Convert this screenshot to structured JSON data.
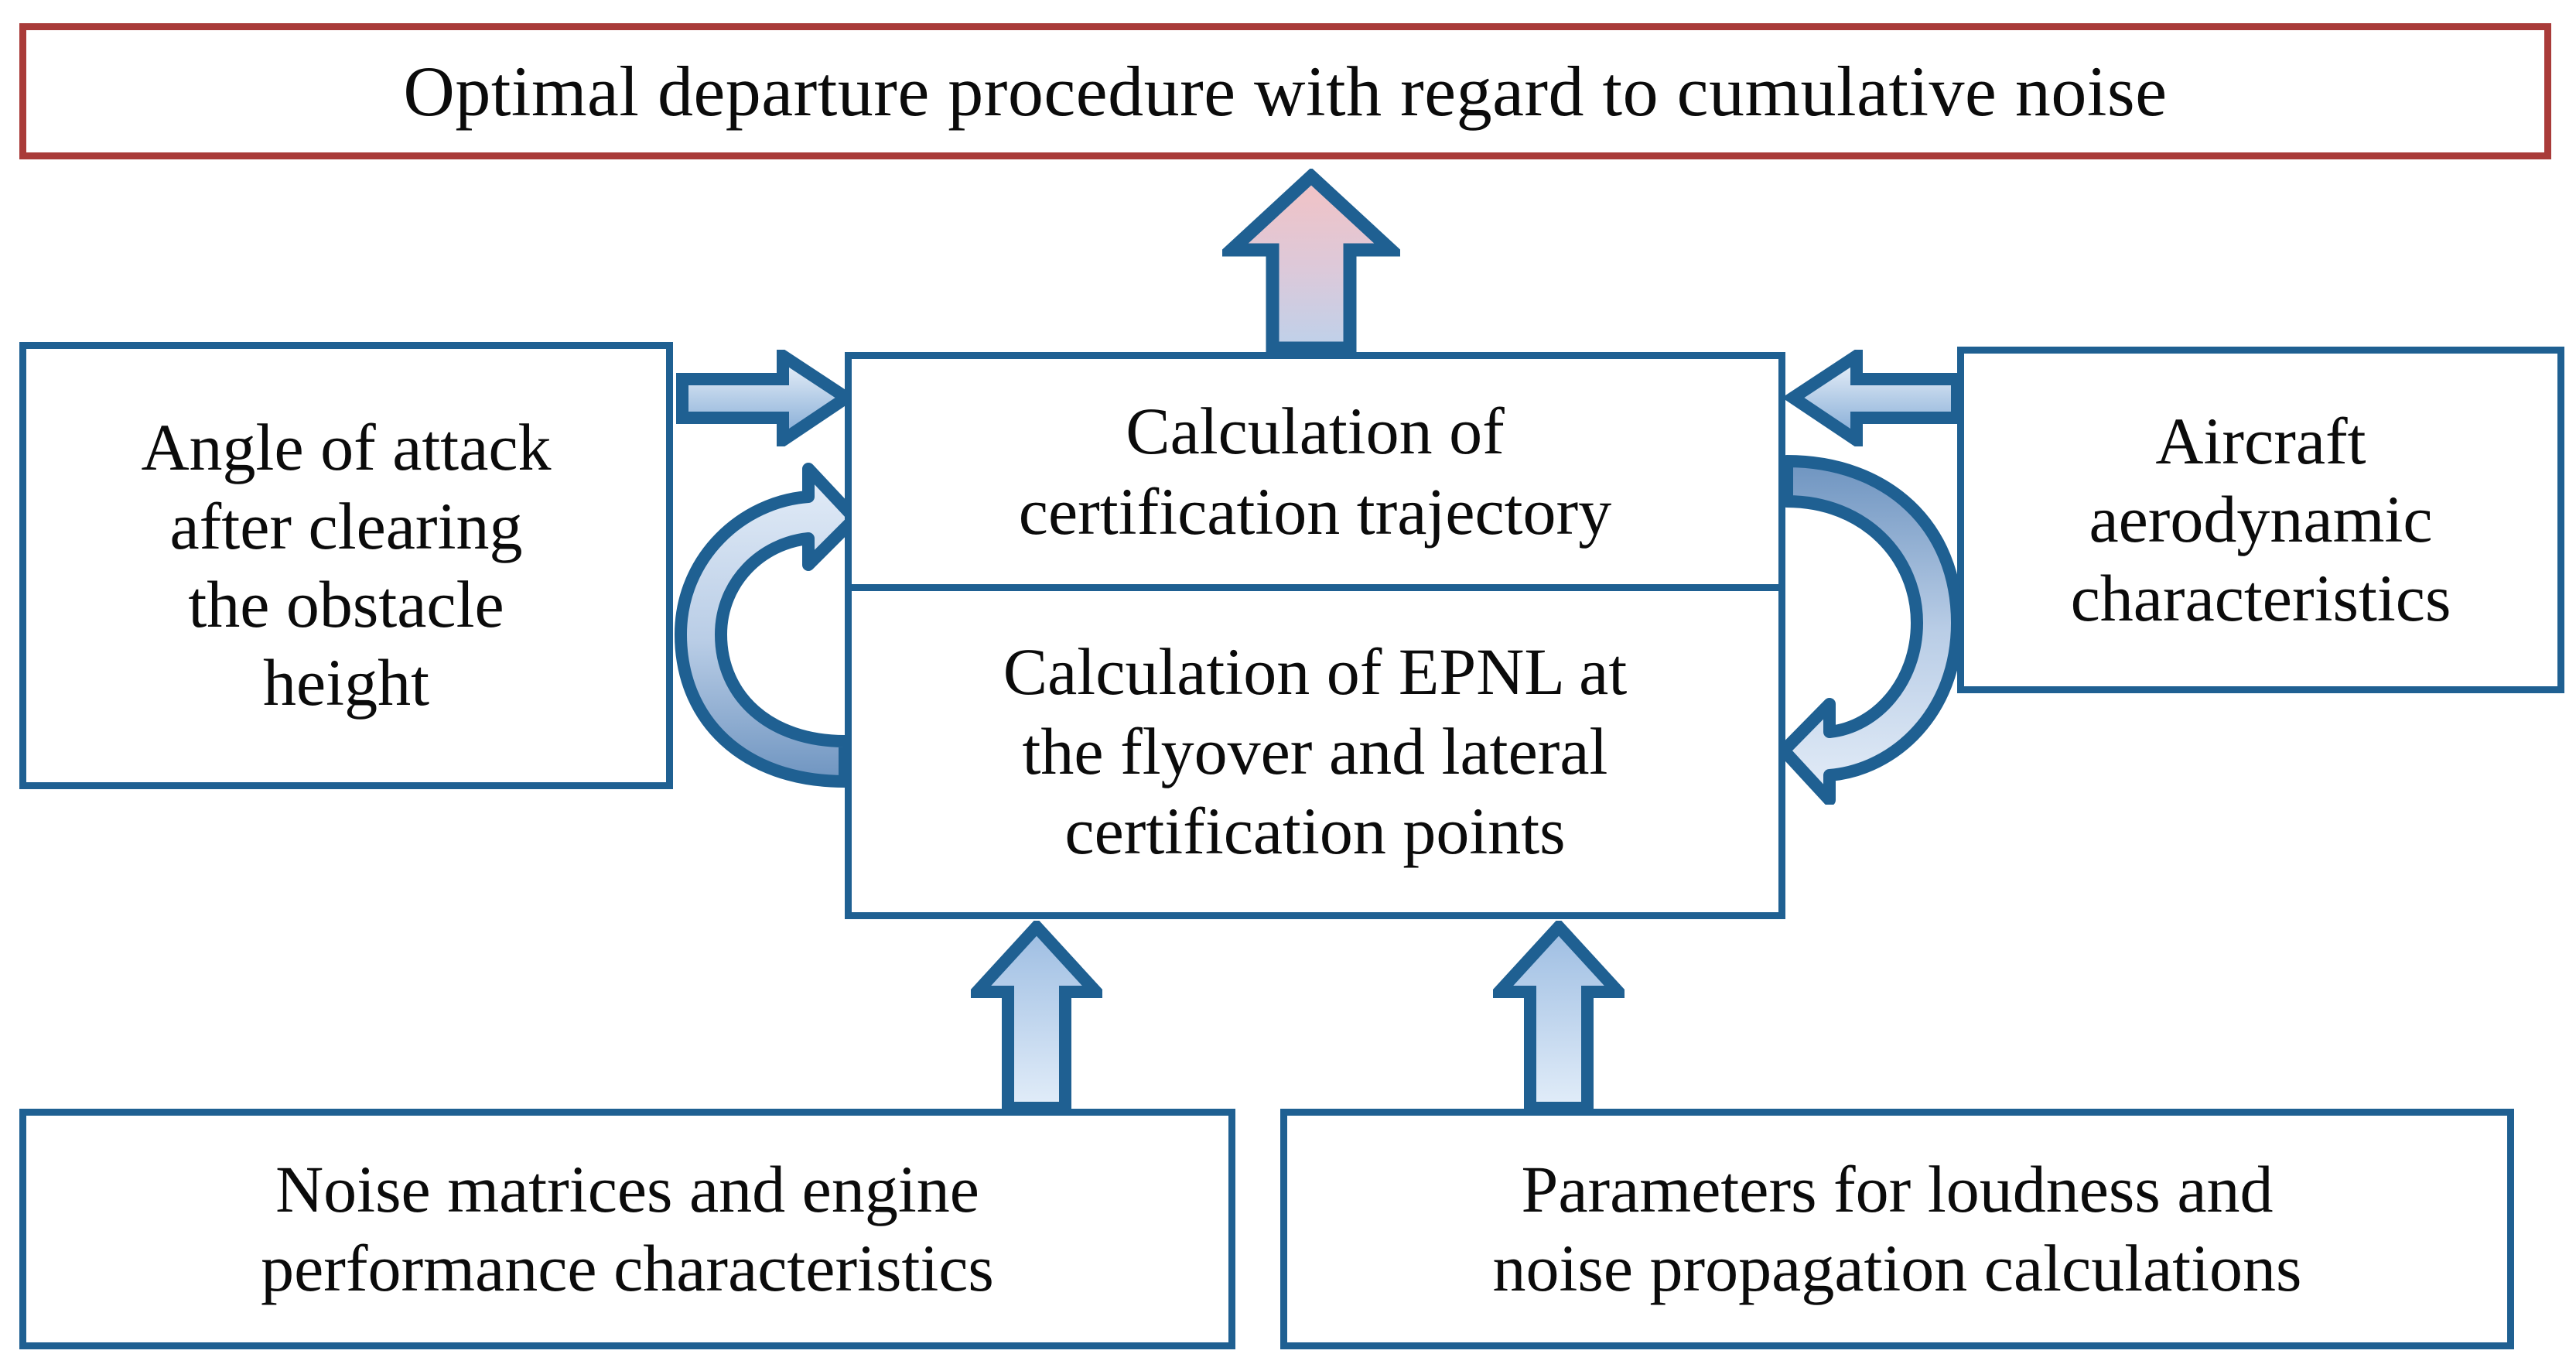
{
  "diagram": {
    "title_box": {
      "text": "Optimal departure procedure with regard to cumulative noise",
      "border_color": "#a93b39"
    },
    "left_input": {
      "text": "Angle of attack\nafter clearing\nthe obstacle\nheight",
      "border_color": "#1f6092"
    },
    "right_input": {
      "text": "Aircraft\naerodynamic\ncharacteristics",
      "border_color": "#1f6092"
    },
    "center": {
      "top_text": "Calculation of\ncertification trajectory",
      "bottom_text": "Calculation of EPNL at\nthe flyover and lateral\ncertification points",
      "border_color": "#1f6092"
    },
    "bottom_left_input": {
      "text": "Noise matrices and engine\nperformance characteristics",
      "border_color": "#1f6092"
    },
    "bottom_right_input": {
      "text": "Parameters for loudness and\nnoise propagation calculations",
      "border_color": "#1f6092"
    },
    "arrows": [
      {
        "name": "arrow-up-to-result",
        "direction": "up",
        "style": "straight",
        "fill_top": "#f2c3c4",
        "fill_bottom": "#bdd0ea",
        "stroke": "#1f6092"
      },
      {
        "name": "arrow-left-input-to-center",
        "direction": "right",
        "style": "straight",
        "fill_top": "#eaf1fa",
        "fill_bottom": "#7fa8d4",
        "stroke": "#1f6092"
      },
      {
        "name": "arrow-right-input-to-center",
        "direction": "left",
        "style": "straight",
        "fill_top": "#eaf1fa",
        "fill_bottom": "#7fa8d4",
        "stroke": "#1f6092"
      },
      {
        "name": "arrow-loop-left",
        "direction": "counterclockwise",
        "style": "curved",
        "fill_top": "#dfe9f6",
        "fill_bottom": "#6e94c0",
        "stroke": "#1f6092"
      },
      {
        "name": "arrow-loop-right",
        "direction": "clockwise",
        "style": "curved",
        "fill_top": "#6e94c0",
        "fill_bottom": "#dfe9f6",
        "stroke": "#1f6092"
      },
      {
        "name": "arrow-up-from-noise-matrices",
        "direction": "up",
        "style": "straight",
        "fill_top": "#9dbde2",
        "fill_bottom": "#dfeaf7",
        "stroke": "#1f6092"
      },
      {
        "name": "arrow-up-from-loudness-params",
        "direction": "up",
        "style": "straight",
        "fill_top": "#9dbde2",
        "fill_bottom": "#dfeaf7",
        "stroke": "#1f6092"
      }
    ],
    "colors": {
      "accent_blue": "#1f6092",
      "accent_red": "#a93b39",
      "background": "#ffffff",
      "text": "#0b0b0b"
    }
  }
}
